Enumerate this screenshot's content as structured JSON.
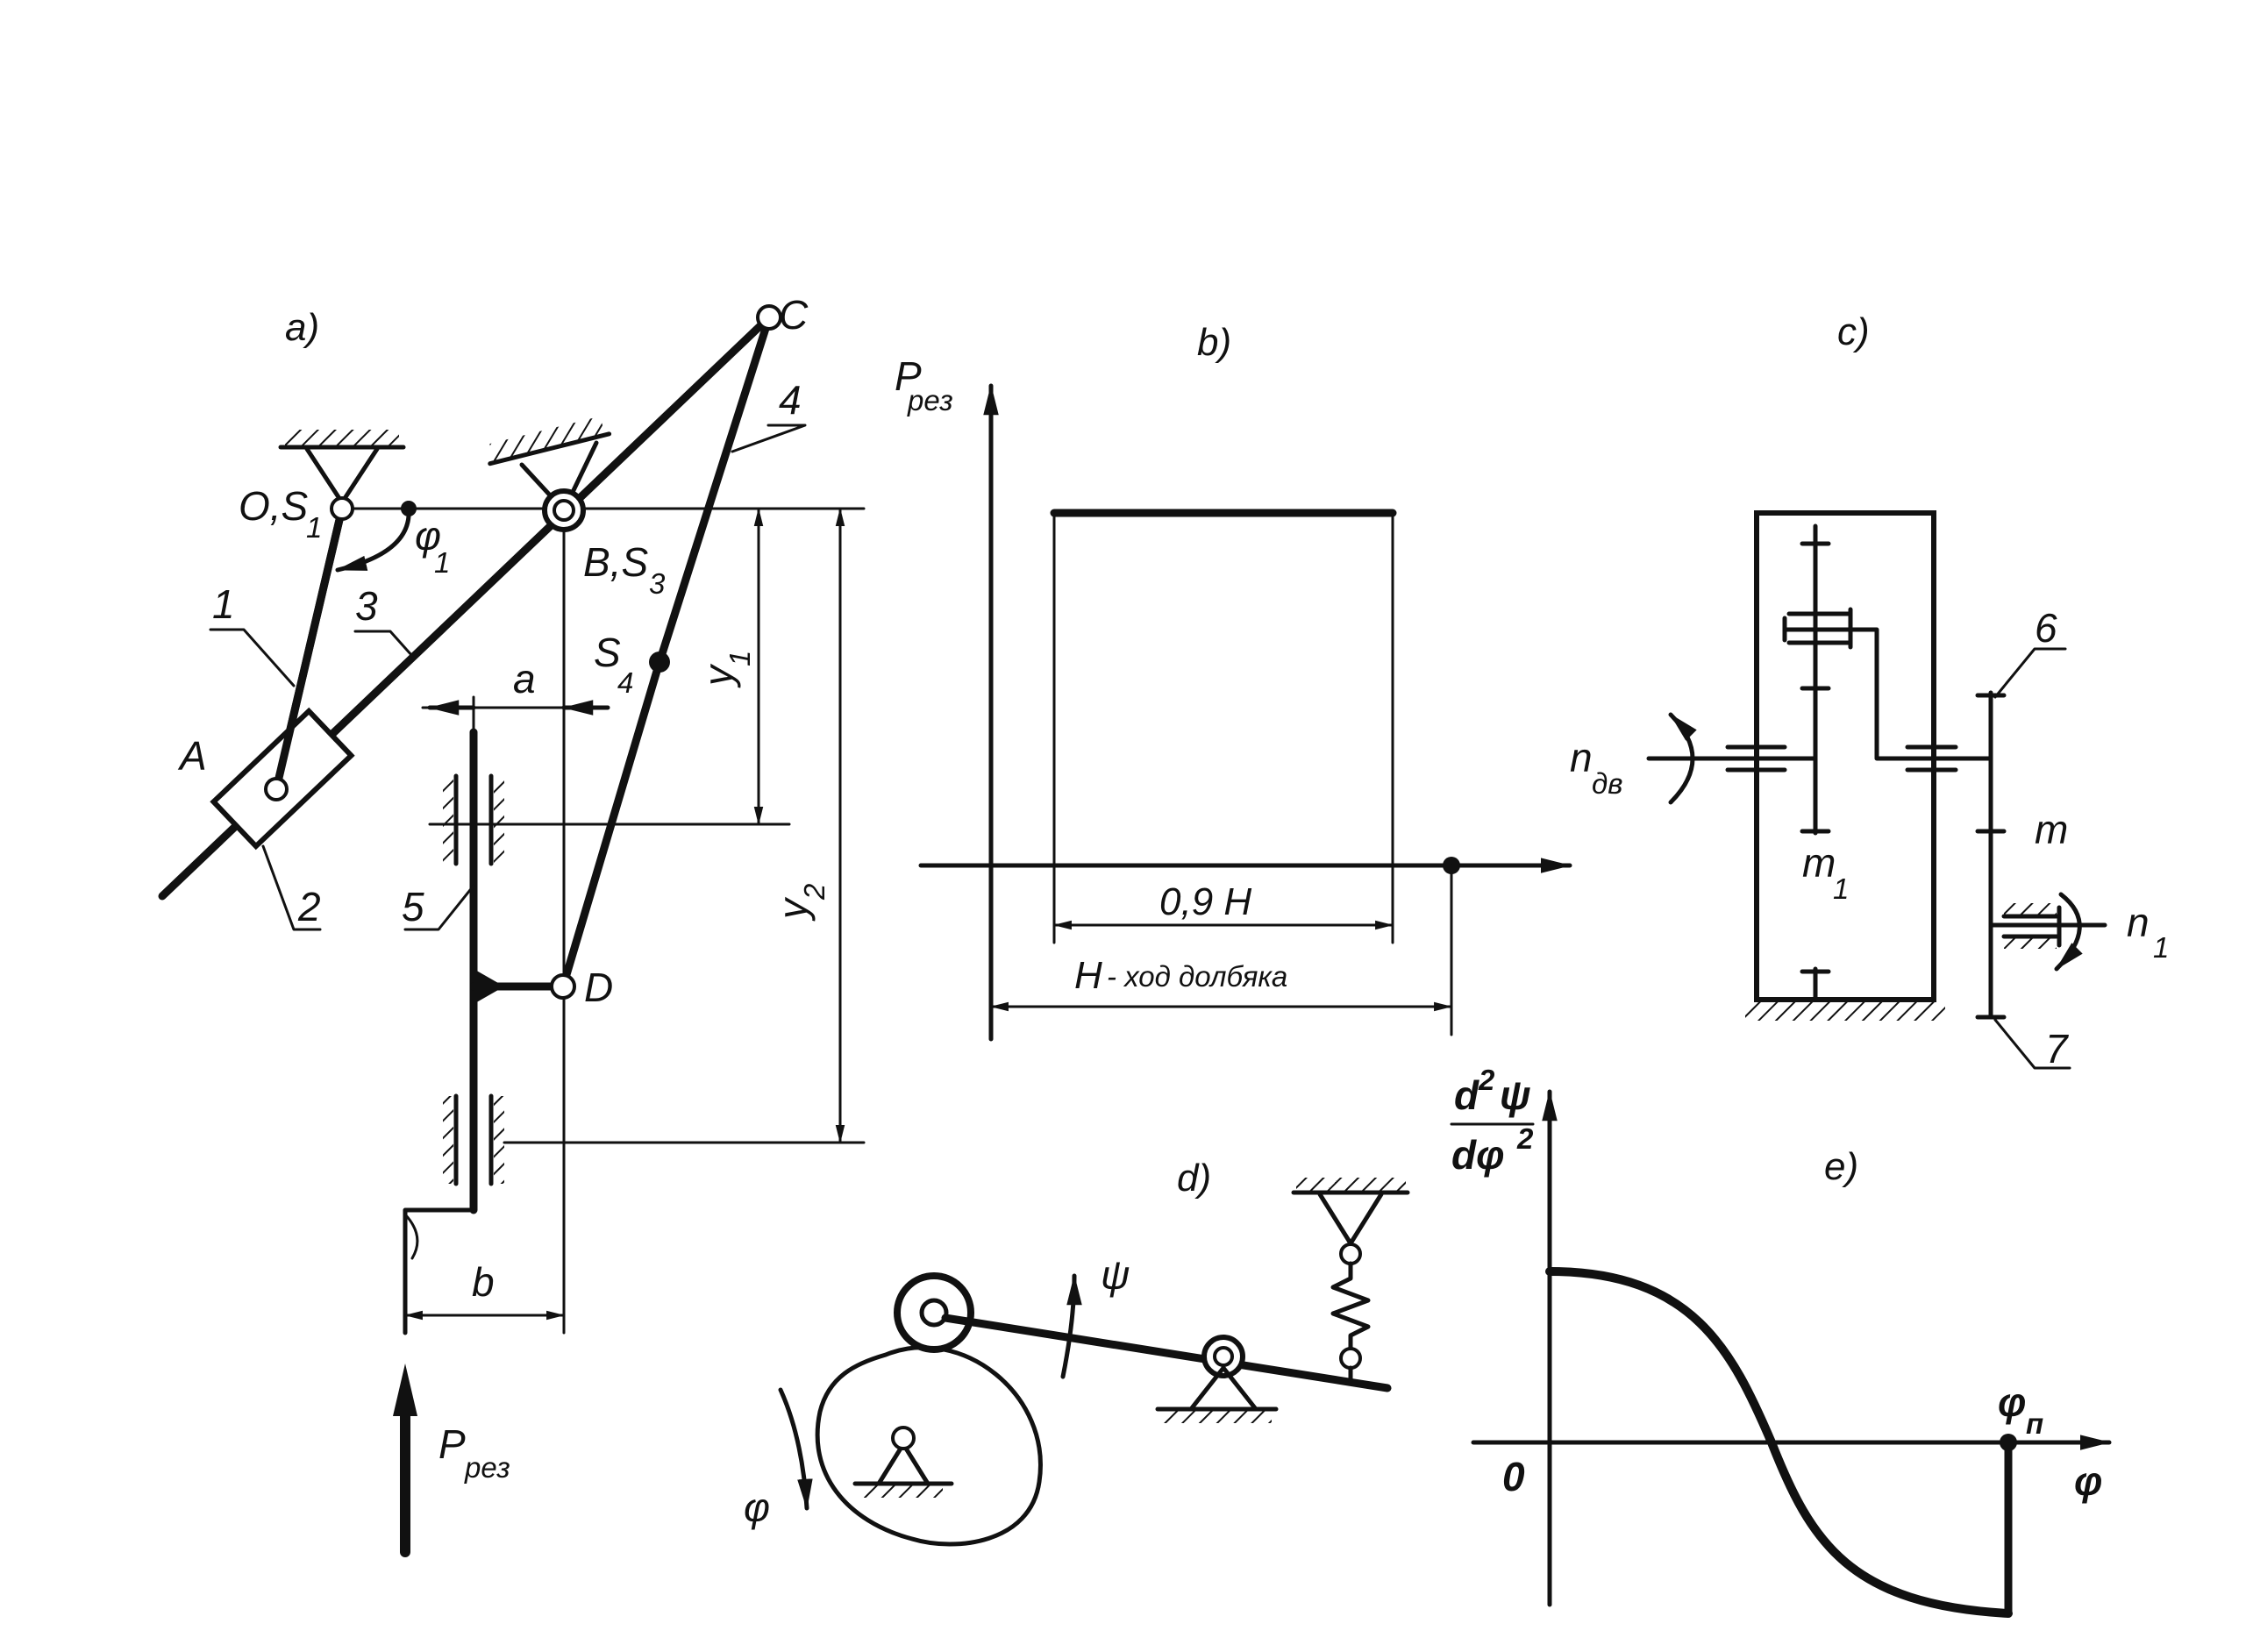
{
  "panels": {
    "a": {
      "title": "a)",
      "labels": {
        "C": "C",
        "four": "4",
        "O": "O,S",
        "O_sub": "1",
        "phi": "φ",
        "phi_sub": "1",
        "B": "B,S",
        "B_sub": "3",
        "one": "1",
        "three": "3",
        "S4": "S",
        "S4_sub": "4",
        "a": "a",
        "y1": "y",
        "y1_sub": "1",
        "A": "A",
        "two": "2",
        "five": "5",
        "y2": "y",
        "y2_sub": "2",
        "D": "D",
        "b": "b",
        "P": "P",
        "P_sub": "рез"
      }
    },
    "b": {
      "title": "b)",
      "labels": {
        "P": "P",
        "P_sub": "рез",
        "dim_09H": "0,9 H",
        "dim_H_letter": "H",
        "dim_H_text": "- ход долбяка"
      }
    },
    "c": {
      "title": "c)",
      "labels": {
        "six": "6",
        "n_dv": "n",
        "n_dv_sub": "дв",
        "m": "m",
        "m1": "m",
        "m1_sub": "1",
        "n1": "n",
        "n1_sub": "1",
        "seven": "7"
      }
    },
    "d": {
      "title": "d)",
      "labels": {
        "psi": "ψ",
        "phi": "φ"
      }
    },
    "e": {
      "title": "e)",
      "labels": {
        "yaxis_num": "d",
        "yaxis_num_sup": "2",
        "yaxis_num_var": "ψ",
        "yaxis_den": "dφ",
        "yaxis_den_sup": "2",
        "origin": "0",
        "phi_n": "φ",
        "phi_n_sub": "п",
        "xaxis": "φ"
      }
    }
  }
}
